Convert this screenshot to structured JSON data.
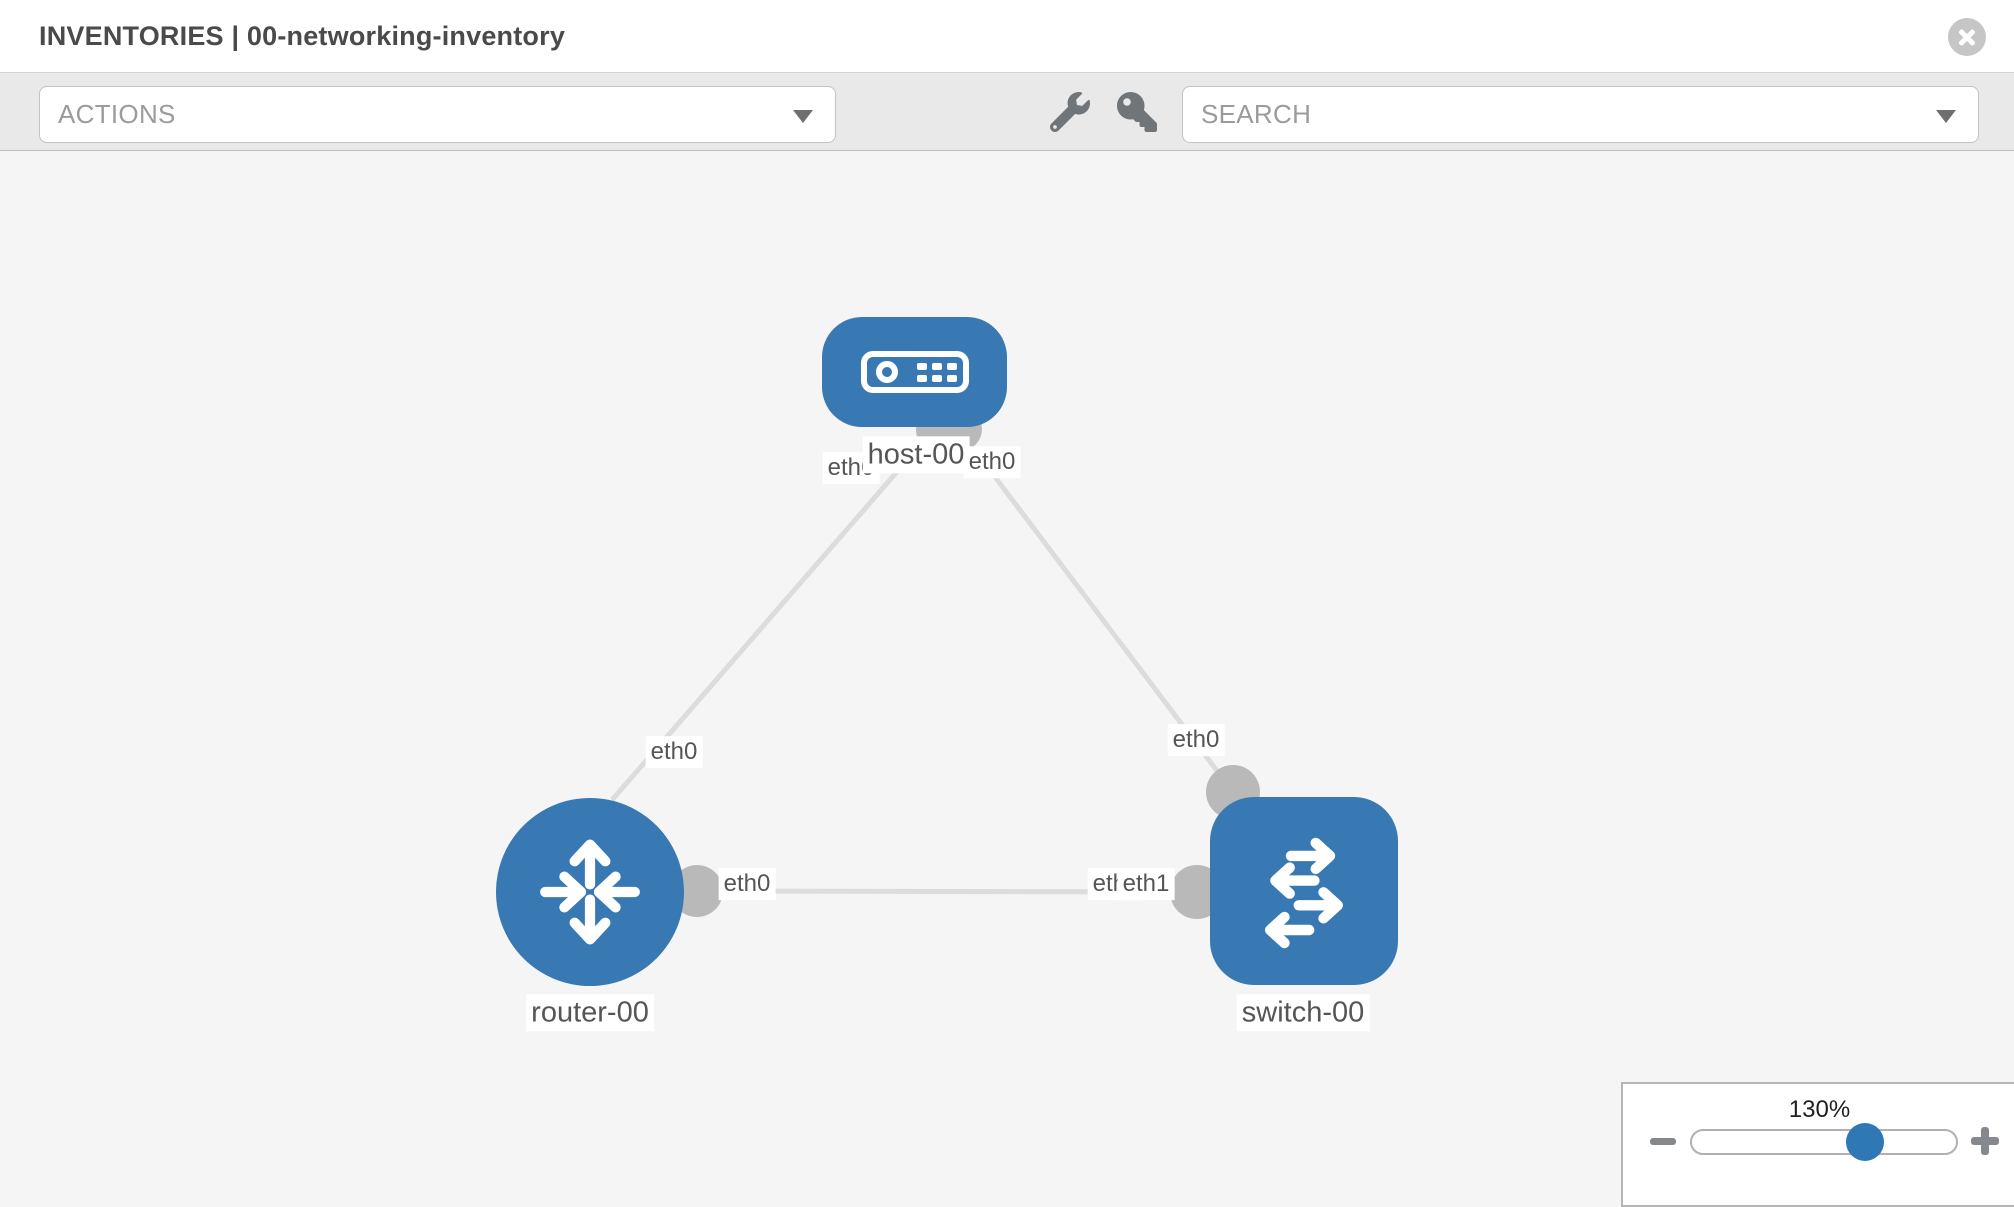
{
  "header": {
    "title": "INVENTORIES | 00-networking-inventory"
  },
  "toolbar": {
    "actions_dropdown": {
      "label": "ACTIONS"
    },
    "search_dropdown": {
      "label": "SEARCH"
    },
    "tools": [
      {
        "icon": "wrench-icon"
      },
      {
        "icon": "key-icon"
      }
    ]
  },
  "topology": {
    "nodes": [
      {
        "label": "host-00",
        "type": "host",
        "icon": "host-icon"
      },
      {
        "label": "router-00",
        "type": "router",
        "icon": "router-icon"
      },
      {
        "label": "switch-00",
        "type": "switch",
        "icon": "switch-icon"
      }
    ],
    "links": [
      {
        "from": "host-00",
        "to": "router-00",
        "from_interface": "eth0",
        "to_interface": "eth0"
      },
      {
        "from": "host-00",
        "to": "switch-00",
        "from_interface": "eth0",
        "to_interface": "eth0"
      },
      {
        "from": "router-00",
        "to": "switch-00",
        "from_interface": "eth0",
        "to_interface": "eth1"
      }
    ],
    "interface_labels": [
      "eth0",
      "eth0",
      "eth0",
      "eth0",
      "eth0",
      "eth0",
      "eth1"
    ]
  },
  "zoom_control": {
    "level": "130%"
  },
  "colors": {
    "node_blue": "#3879b4",
    "slider_thumb_blue": "#3077b6",
    "edge_gray": "#dcdcdc",
    "port_gray": "#b9b9b9"
  }
}
